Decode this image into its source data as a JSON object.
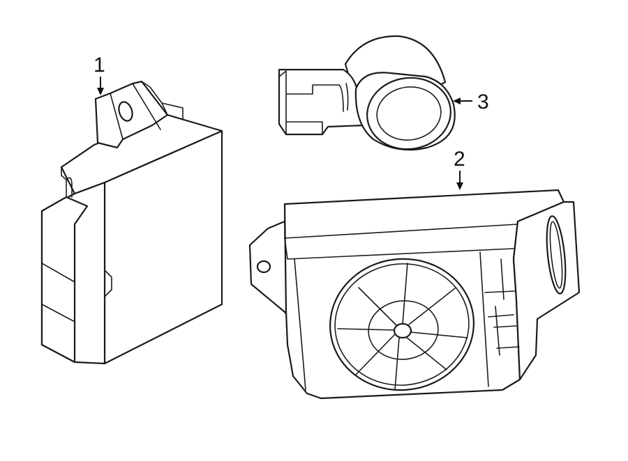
{
  "callouts": [
    {
      "id": "1",
      "label": "1"
    },
    {
      "id": "2",
      "label": "2"
    },
    {
      "id": "3",
      "label": "3"
    }
  ],
  "colors": {
    "line": "#1a1a1a",
    "background": "#ffffff"
  }
}
